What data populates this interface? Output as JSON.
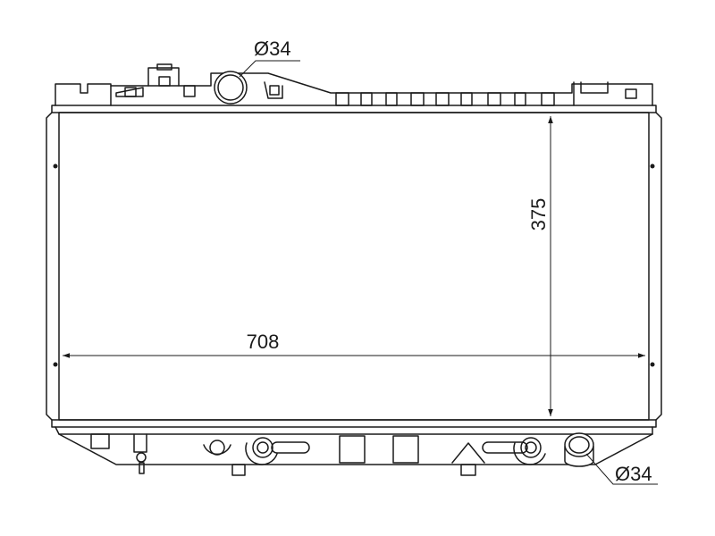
{
  "dimensions": {
    "inlet_diameter": "Ø34",
    "outlet_diameter": "Ø34",
    "core_width": "708",
    "core_height": "375"
  }
}
